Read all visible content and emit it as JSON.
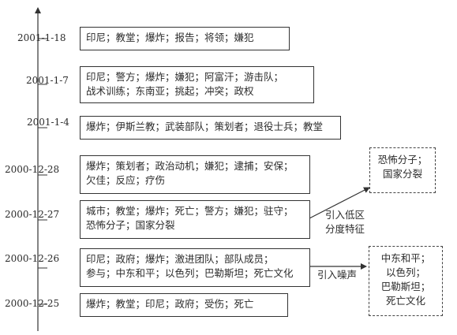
{
  "timeline": [
    {
      "date": "2001-1-18",
      "lines": [
        "印尼；教堂；爆炸；报告；将领；嫌犯"
      ]
    },
    {
      "date": "2001-1-7",
      "lines": [
        "印尼；警方；爆炸；嫌犯；阿富汗；游击队；",
        "战术训练；东南亚；挑起；冲突；政权"
      ]
    },
    {
      "date": "2001-1-4",
      "lines": [
        "爆炸；伊斯兰教；武装部队；策划者；退役士兵；教堂"
      ]
    },
    {
      "date": "2000-12-28",
      "lines": [
        "爆炸；策划者；政治动机；嫌犯；逮捕；安保；",
        "欠佳；反应；疗伤"
      ]
    },
    {
      "date": "2000-12-27",
      "lines": [
        "城市；教堂；爆炸；死亡；警方；嫌犯；驻守；",
        "恐怖分子；国家分裂"
      ]
    },
    {
      "date": "2000-12-26",
      "lines": [
        "印尼；政府；爆炸；激进团队；部队成员；",
        "参与；中东和平；以色列；巴勒斯坦；死亡文化"
      ]
    },
    {
      "date": "2000-12-25",
      "lines": [
        "爆炸；教堂；印尼；政府；受伤；死亡"
      ]
    }
  ],
  "annotations": [
    {
      "label": [
        "引入低区",
        "分度特征"
      ],
      "target": [
        "恐怖分子；",
        "国家分裂"
      ]
    },
    {
      "label": [
        "引入噪声"
      ],
      "target": [
        "中东和平；",
        "以色列；",
        "巴勒斯坦；",
        "死亡文化"
      ]
    }
  ]
}
